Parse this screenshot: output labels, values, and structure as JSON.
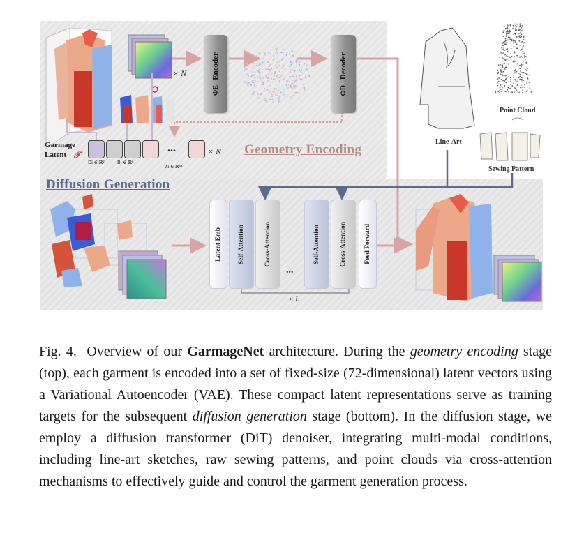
{
  "figure": {
    "geometry_section_title": "Geometry Encoding",
    "diffusion_section_title": "Diffusion Generation",
    "encoder_label": "Encoder",
    "encoder_symbol": "ΦE",
    "decoder_label": "Decoder",
    "decoder_symbol": "ΦD",
    "times_n_top": "× N",
    "times_n_latent": "× N",
    "times_l": "× L",
    "garmage_latent_line1": "Garmage",
    "garmage_latent_line2": "Latent",
    "garmage_latent_symbol": "𝒯",
    "latent_d": "Di ∈ ℝ²",
    "latent_b": "Bi ∈ ℝ⁶",
    "latent_z": "Zi ∈ ℝ⁶⁴",
    "latent_ellipsis": "...",
    "line_art_label": "Line-Art",
    "point_cloud_label": "Point Cloud",
    "sewing_pattern_label": "Sewing Pattern",
    "dit_blocks": [
      "Latent Emb",
      "Self-Attention",
      "Cross-Attention",
      "Self-Attention",
      "Cross-Attention",
      "Feed Forward"
    ],
    "dit_ellipsis": "...",
    "colors": {
      "arrow_pink": "#d9a3a3",
      "arrow_blue": "#5d6a8e",
      "latent_d": "#c9c0e0",
      "latent_b": "#cfcfcf",
      "latent_z": "#f1d6d6",
      "garment_red": "#c9362a",
      "garment_blue": "#8fb2ea",
      "garment_peach": "#eba98a"
    }
  },
  "caption": {
    "fig_label": "Fig. 4.",
    "t1": "Overview of our",
    "model_name": "GarmageNet",
    "t2": "architecture. During the",
    "em1": "geometry encoding",
    "t3": "stage (top), each garment is encoded into a set of fixed-size (72-dimensional) latent vectors using a Variational Autoencoder (VAE). These compact latent representations serve as training targets for the subsequent",
    "em2": "diffusion generation",
    "t4": "stage (bottom). In the diffusion stage, we employ a diffusion transformer (DiT) denoiser, integrating multi-modal conditions, including line-art sketches, raw sewing patterns, and point clouds via cross-attention mechanisms to effectively guide and control the garment generation process."
  }
}
